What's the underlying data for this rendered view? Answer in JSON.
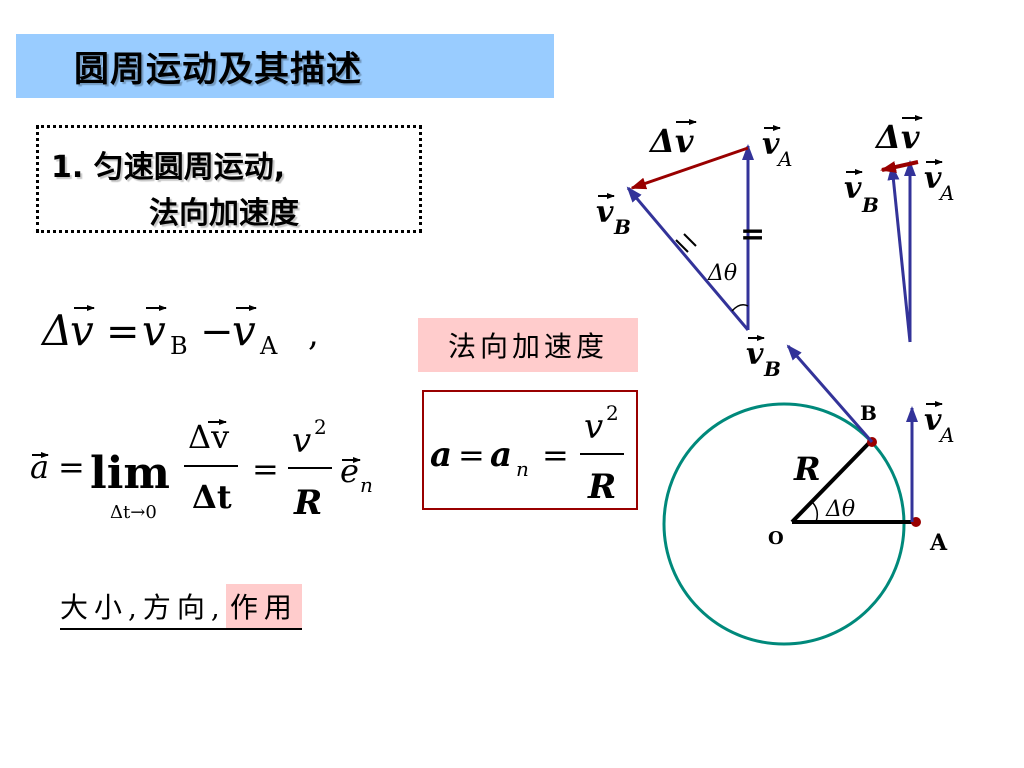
{
  "slide": {
    "title": "圆周运动及其描述",
    "topic": {
      "number": "1.",
      "line1": "匀速圆周运动,",
      "line2": "法向加速度"
    },
    "normal_acceleration_label": "法向加速度",
    "caption": {
      "size": "大小,",
      "direction": "方向,",
      "effect": "作用"
    }
  },
  "equations": {
    "delta_v": {
      "delta": "Δ",
      "v": "v",
      "eq": "=",
      "minus": "−",
      "sub_b": "B",
      "sub_a": "A",
      "comma": ","
    },
    "accel": {
      "a": "a",
      "eq": "=",
      "lim": "lim",
      "lim_sub": "Δt→0",
      "num": "Δv",
      "den": "Δt",
      "eq2": "=",
      "v2": "v",
      "exp": "2",
      "R": "R",
      "e": "e",
      "n": "n"
    },
    "normal": {
      "a": "a",
      "eq": "=",
      "a2": "a",
      "n": "n",
      "eq2": "=",
      "v": "v",
      "exp": "2",
      "R": "R"
    }
  },
  "diagram": {
    "delta_v_label": "Δv",
    "v_label": "v",
    "sub_a": "A",
    "sub_b": "B",
    "delta_theta": "Δθ",
    "point_b": "B",
    "point_a": "A",
    "point_o": "O",
    "radius_label": "R",
    "equal_mark": "=",
    "colors": {
      "vector": "#333399",
      "delta_vector": "#990000",
      "circle": "#00897b",
      "point": "#990000"
    }
  }
}
